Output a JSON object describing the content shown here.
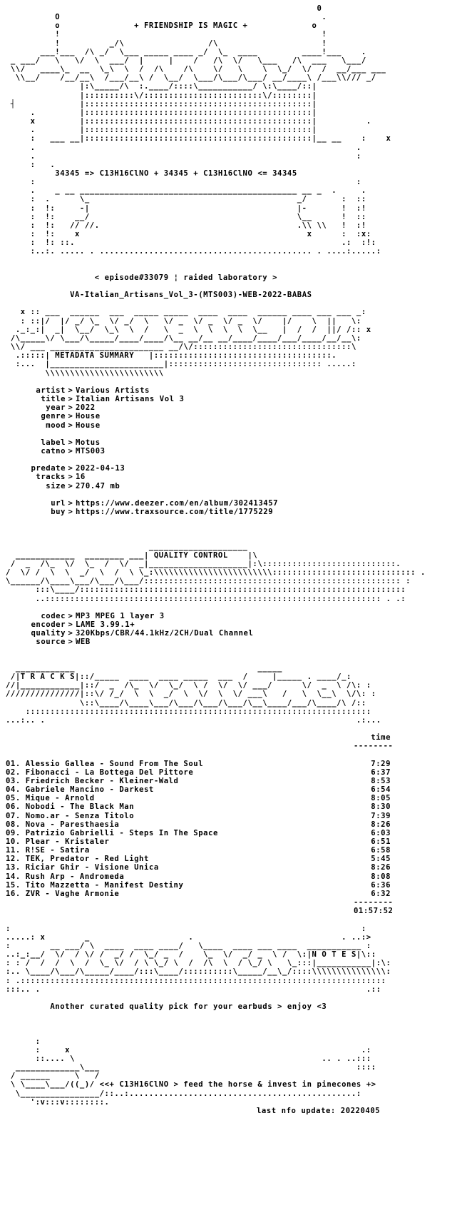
{
  "header": {
    "motto": "+ FRIENDSHIP IS MAGIC +",
    "formula": "34345 => C13H16ClNO + 34345 + C13H16ClNO <= 34345",
    "episode": "< episode#33079 ¦ raided laboratory >",
    "release": "VA-Italian_Artisans_Vol_3-(MTS003)-WEB-2022-BABAS"
  },
  "metadata": {
    "section_title": "METADATA SUMMARY",
    "rows": [
      {
        "k": "artist",
        "v": "Various Artists"
      },
      {
        "k": "title",
        "v": "Italian Artisans Vol 3"
      },
      {
        "k": "year",
        "v": "2022"
      },
      {
        "k": "genre",
        "v": "House"
      },
      {
        "k": "mood",
        "v": "House"
      },
      {
        "k": "label",
        "v": "Motus"
      },
      {
        "k": "catno",
        "v": "MTS003"
      },
      {
        "k": "predate",
        "v": "2022-04-13"
      },
      {
        "k": "tracks",
        "v": "16"
      },
      {
        "k": "size",
        "v": "270.47 mb"
      },
      {
        "k": "url",
        "v": "https://www.deezer.com/en/album/302413457"
      },
      {
        "k": "buy",
        "v": "https://www.traxsource.com/title/1775229"
      }
    ]
  },
  "quality": {
    "section_title": "QUALITY CONTROL",
    "rows": [
      {
        "k": "codec",
        "v": "MP3 MPEG 1 layer 3"
      },
      {
        "k": "encoder",
        "v": "LAME 3.99.1+"
      },
      {
        "k": "quality",
        "v": "320Kbps/CBR/44.1kHz/2CH/Dual Channel"
      },
      {
        "k": "source",
        "v": "WEB"
      }
    ]
  },
  "tracks": {
    "section_title": "T R A C K S",
    "time_header": "time",
    "list": [
      {
        "t": "01. Alessio Gallea - Sound From The Soul",
        "d": "7:29"
      },
      {
        "t": "02. Fibonacci - La Bottega Del Pittore",
        "d": "6:37"
      },
      {
        "t": "03. Friedrich Becker - Kleiner-Wald",
        "d": "8:53"
      },
      {
        "t": "04. Gabriele Mancino - Darkest",
        "d": "6:54"
      },
      {
        "t": "05. Mique - Arnold",
        "d": "8:05"
      },
      {
        "t": "06. Nobodi - The Black Man",
        "d": "8:30"
      },
      {
        "t": "07. Nomo.ar - Senza Titolo",
        "d": "7:39"
      },
      {
        "t": "08. Nova - Paresthaesia",
        "d": "8:26"
      },
      {
        "t": "09. Patrizio Gabrielli - Steps In The Space",
        "d": "6:03"
      },
      {
        "t": "10. Plear - Kristaler",
        "d": "6:51"
      },
      {
        "t": "11. R!SE - Satira",
        "d": "6:58"
      },
      {
        "t": "12. TEK, Predator - Red Light",
        "d": "5:45"
      },
      {
        "t": "13. Riciar Ghir - Visione Unica",
        "d": "8:26"
      },
      {
        "t": "14. Rush Arp - Andromeda",
        "d": "8:08"
      },
      {
        "t": "15. Tito Mazzetta - Manifest Destiny",
        "d": "6:36"
      },
      {
        "t": "16. ZVR - Vaghe Armonie",
        "d": "6:32"
      }
    ],
    "total": "01:57:52"
  },
  "notes": {
    "section_title": "N O T E S",
    "text": "Another curated quality pick for your earbuds > enjoy <3"
  },
  "footer": {
    "tagline": "<<+ C13H16ClNO > feed the horse & invest in pinecones +>",
    "update": "last nfo update: 20220405"
  }
}
